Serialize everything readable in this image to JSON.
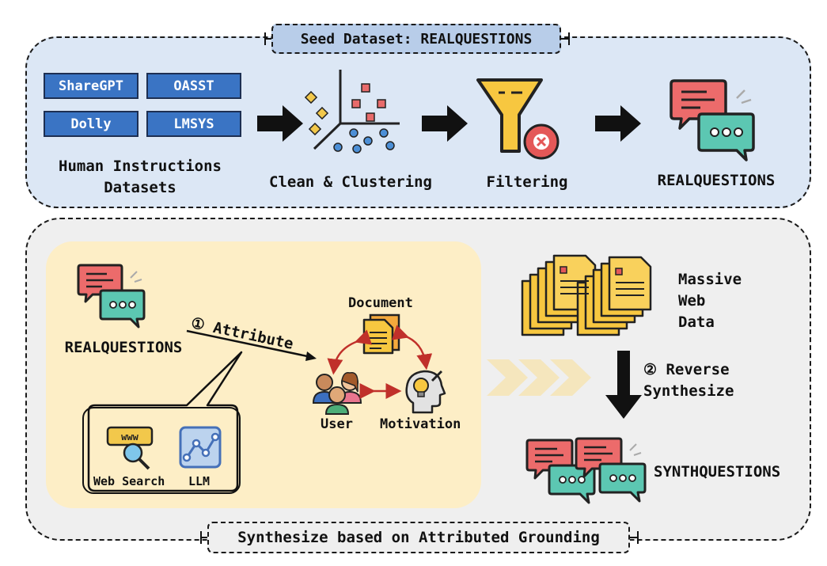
{
  "top_panel": {
    "title": "Seed Dataset: REALQUESTIONS",
    "sources": [
      "ShareGPT",
      "OASST",
      "Dolly",
      "LMSYS"
    ],
    "sources_caption_line1": "Human Instructions",
    "sources_caption_line2": "Datasets",
    "step_clean": "Clean & Clustering",
    "step_filter": "Filtering",
    "result": "REALQUESTIONS"
  },
  "bottom_panel": {
    "title": "Synthesize based on Attributed Grounding",
    "input_label": "REALQUESTIONS",
    "attribute_step": "① Attribute",
    "tools": [
      "Web Search",
      "LLM"
    ],
    "nodes": {
      "document": "Document",
      "user": "User",
      "motivation": "Motivation"
    },
    "web_data_line1": "Massive",
    "web_data_line2": "Web",
    "web_data_line3": "Data",
    "reverse_line1": "② Reverse",
    "reverse_line2": "Synthesize",
    "output_label": "SYNTHQUESTIONS"
  },
  "colors": {
    "top_panel_bg": "#dce7f5",
    "bottom_panel_bg": "#efefef",
    "yellow_panel_bg": "#fdeec6",
    "chip_blue": "#3a74c4",
    "bubble_red": "#ec6b6b",
    "bubble_teal": "#5cc7b2",
    "arrow_red": "#c0302a"
  }
}
